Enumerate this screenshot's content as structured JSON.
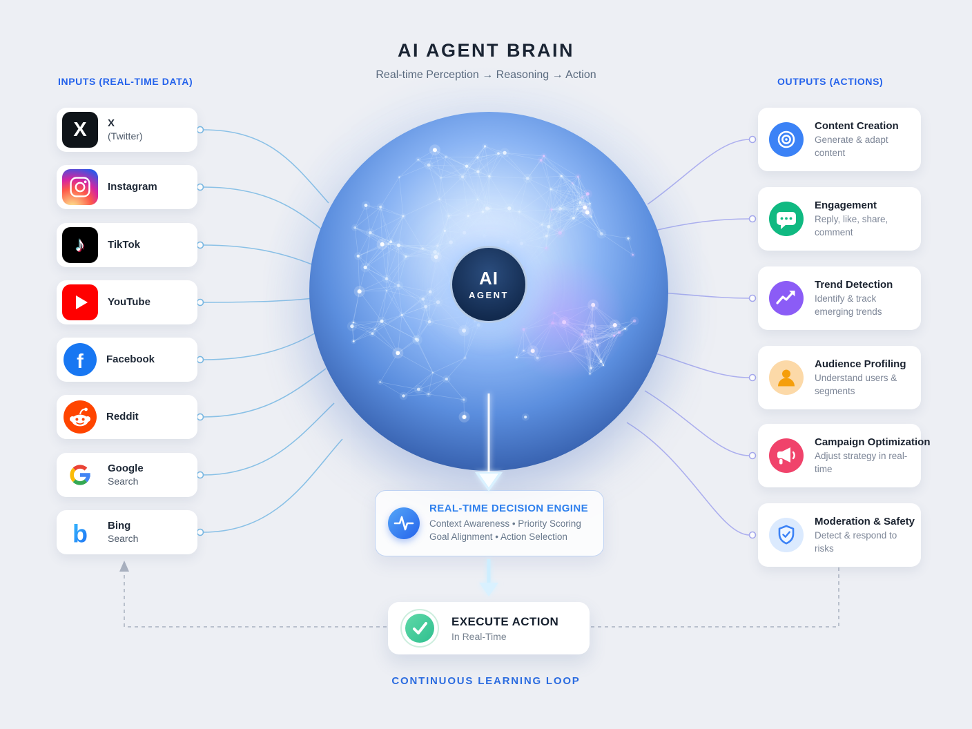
{
  "header": {
    "title": "AI AGENT BRAIN",
    "subtitle": "Real-time Perception → Reasoning → Action"
  },
  "inputs": {
    "heading": "INPUTS (REAL-TIME DATA)",
    "items": [
      {
        "icon": "x-twitter-logo",
        "line1": "X",
        "line2": "(Twitter)"
      },
      {
        "icon": "instagram-logo",
        "line1": "Instagram",
        "line2": ""
      },
      {
        "icon": "tiktok-logo",
        "line1": "TikTok",
        "line2": ""
      },
      {
        "icon": "youtube-logo",
        "line1": "YouTube",
        "line2": ""
      },
      {
        "icon": "facebook-logo",
        "line1": "Facebook",
        "line2": ""
      },
      {
        "icon": "reddit-logo",
        "line1": "Reddit",
        "line2": ""
      },
      {
        "icon": "google-logo",
        "line1": "Google",
        "line2": "Search"
      },
      {
        "icon": "bing-logo",
        "line1": "Bing",
        "line2": "Search"
      }
    ]
  },
  "core": {
    "line1": "AI",
    "line2": "AGENT"
  },
  "outputs": {
    "heading": "OUTPUTS (ACTIONS)",
    "items": [
      {
        "icon": "target-icon",
        "color": "#3b82f6",
        "title": "Content Creation",
        "desc": "Generate & adapt content"
      },
      {
        "icon": "chat-icon",
        "color": "#10b981",
        "title": "Engagement",
        "desc": "Reply, like, share, comment"
      },
      {
        "icon": "trend-up-icon",
        "color": "#8b5cf6",
        "title": "Trend Detection",
        "desc": "Identify & track emerging trends"
      },
      {
        "icon": "person-icon",
        "color": "#f59e0b",
        "title": "Audience Profiling",
        "desc": "Understand users & segments"
      },
      {
        "icon": "megaphone-icon",
        "color": "#f0436b",
        "title": "Campaign Optimization",
        "desc": "Adjust strategy in real-time"
      },
      {
        "icon": "shield-icon",
        "color": "#3b82f6",
        "title": "Moderation & Safety",
        "desc": "Detect & respond to risks"
      }
    ]
  },
  "decision_engine": {
    "icon": "pulse-icon",
    "title": "REAL-TIME DECISION ENGINE",
    "line1": "Context Awareness • Priority Scoring",
    "line2": "Goal Alignment • Action Selection"
  },
  "execute": {
    "icon": "check-icon",
    "title": "EXECUTE ACTION",
    "subtitle": "In Real-Time"
  },
  "footer": {
    "label": "CONTINUOUS LEARNING LOOP"
  },
  "colors": {
    "accent_blue": "#2563eb",
    "background": "#edeff4",
    "input_line": "#79b9e4",
    "output_line": "#a6a9ee",
    "engine_title": "#2f80ed",
    "execute_green": "#2fbf8f",
    "sphere_blue": "#5b8ede"
  }
}
